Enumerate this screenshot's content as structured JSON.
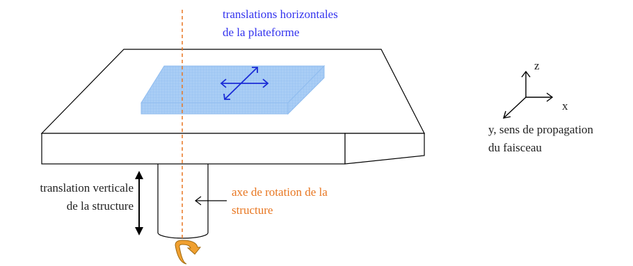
{
  "labels": {
    "platform_translation_line1": "translations horizontales",
    "platform_translation_line2": "de la plateforme",
    "vertical_translation_line1": "translation verticale",
    "vertical_translation_line2": "de la structure",
    "rotation_axis_line1": "axe de rotation de la",
    "rotation_axis_line2": "structure",
    "axis_z": "z",
    "axis_x": "x",
    "axis_y_line1": "y, sens de propagation",
    "axis_y_line2": "du faisceau"
  },
  "colors": {
    "platform_text": "#3333ee",
    "rotation_text": "#e87722",
    "rotation_axis_dash": "#e87722",
    "platform_fill": "#a9cdf5",
    "arrow_blue": "#1a2bd6",
    "rotation_arrow": "#f0a030"
  }
}
